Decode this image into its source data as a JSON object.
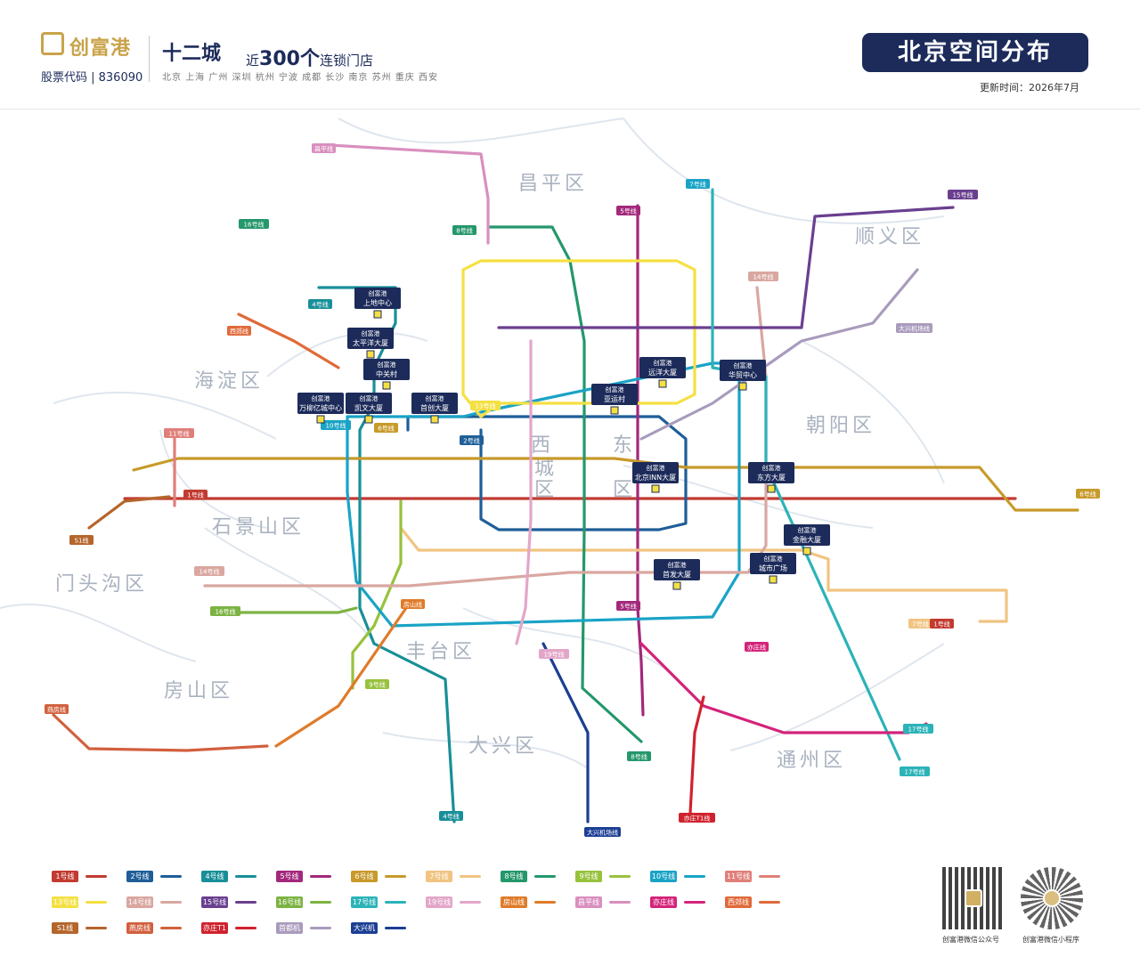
{
  "header": {
    "brand": "创富港",
    "stock_label": "股票代码 | 836090",
    "cities_title": "十二城",
    "stores_prefix": "近",
    "stores_number": "300个",
    "stores_suffix": "连锁门店",
    "city_list": "北京 上海 广州 深圳 杭州 宁波 成都 长沙 南京 苏州 重庆 西安",
    "title": "北京空间分布",
    "update": "更新时间：2026年7月"
  },
  "districts": [
    "昌平区",
    "顺义区",
    "海淀区",
    "朝阳区",
    "西",
    "城",
    "东",
    "区",
    "区",
    "石景山区",
    "门头沟区",
    "丰台区",
    "房山区",
    "大兴区",
    "通州区"
  ],
  "lines": [
    {
      "name": "1号线",
      "color": "#c23a30"
    },
    {
      "name": "2号线",
      "color": "#1f5e98"
    },
    {
      "name": "4号线",
      "color": "#188f98"
    },
    {
      "name": "5号线",
      "color": "#a3287c"
    },
    {
      "name": "6号线",
      "color": "#c79a2a"
    },
    {
      "name": "7号线",
      "color": "#f1c482"
    },
    {
      "name": "8号线",
      "color": "#24976b"
    },
    {
      "name": "9号线",
      "color": "#97c23d"
    },
    {
      "name": "10号线",
      "color": "#1aa3c6"
    },
    {
      "name": "11号线",
      "color": "#e07f7a"
    },
    {
      "name": "13号线",
      "color": "#f4e042"
    },
    {
      "name": "14号线",
      "color": "#d9a7a0"
    },
    {
      "name": "15号线",
      "color": "#6a3f8f"
    },
    {
      "name": "16号线",
      "color": "#7cb342"
    },
    {
      "name": "17号线",
      "color": "#2bb3b8"
    },
    {
      "name": "19号线",
      "color": "#e3a6c9"
    },
    {
      "name": "房山线",
      "color": "#e07b2a"
    },
    {
      "name": "昌平线",
      "color": "#d98fbf"
    },
    {
      "name": "亦庄线",
      "color": "#d4237a"
    },
    {
      "name": "西郊线",
      "color": "#e06a3a"
    },
    {
      "name": "S1线",
      "color": "#b5652b"
    },
    {
      "name": "燕房线",
      "color": "#d1603d"
    },
    {
      "name": "亦庄T1线",
      "color": "#d0222e"
    },
    {
      "name": "首都机场线",
      "color": "#a99bbd"
    },
    {
      "name": "大兴机场线",
      "color": "#1c3f94"
    }
  ],
  "stores": [
    {
      "brand": "创富港",
      "name": "上地中心"
    },
    {
      "brand": "创富港",
      "name": "太平洋大厦"
    },
    {
      "brand": "创富港",
      "name": "中关村"
    },
    {
      "brand": "创富港",
      "name": "万柳亿城中心"
    },
    {
      "brand": "创富港",
      "name": "凯文大厦"
    },
    {
      "brand": "创富港",
      "name": "首创大厦"
    },
    {
      "brand": "创富港",
      "name": "亚运村"
    },
    {
      "brand": "创富港",
      "name": "远洋大厦"
    },
    {
      "brand": "创富港",
      "name": "北京INN大厦"
    },
    {
      "brand": "创富港",
      "name": "华贸中心"
    },
    {
      "brand": "创富港",
      "name": "东方大厦"
    },
    {
      "brand": "创富港",
      "name": "金融大厦"
    },
    {
      "brand": "创富港",
      "name": "首发大厦"
    },
    {
      "brand": "创富港",
      "name": "城市广场"
    }
  ],
  "line_badges": [
    {
      "label": "昌平线",
      "color": "#d98fbf"
    },
    {
      "label": "16号线",
      "color": "#24976b"
    },
    {
      "label": "8号线",
      "color": "#24976b"
    },
    {
      "label": "7号线",
      "color": "#1aa3c6"
    },
    {
      "label": "5号线",
      "color": "#a3287c"
    },
    {
      "label": "15号线",
      "color": "#6a3f8f"
    },
    {
      "label": "14号线",
      "color": "#d9a7a0"
    },
    {
      "label": "4号线",
      "color": "#188f98"
    },
    {
      "label": "西郊线",
      "color": "#e06a3a"
    },
    {
      "label": "13号线",
      "color": "#f4e042"
    },
    {
      "label": "10号线",
      "color": "#1aa3c6"
    },
    {
      "label": "6号线",
      "color": "#c79a2a"
    },
    {
      "label": "2号线",
      "color": "#1f5e98"
    },
    {
      "label": "11号线",
      "color": "#e07f7a"
    },
    {
      "label": "S1线",
      "color": "#b5652b"
    },
    {
      "label": "1号线",
      "color": "#c23a30"
    },
    {
      "label": "14号线",
      "color": "#d9a7a0"
    },
    {
      "label": "16号线",
      "color": "#7cb342"
    },
    {
      "label": "房山线",
      "color": "#e07b2a"
    },
    {
      "label": "9号线",
      "color": "#97c23d"
    },
    {
      "label": "燕房线",
      "color": "#d1603d"
    },
    {
      "label": "4号线",
      "color": "#188f98"
    },
    {
      "label": "大兴机场线",
      "color": "#1c3f94"
    },
    {
      "label": "8号线",
      "color": "#24976b"
    },
    {
      "label": "亦庄T1线",
      "color": "#d0222e"
    },
    {
      "label": "亦庄线",
      "color": "#d4237a"
    },
    {
      "label": "17号线",
      "color": "#2bb3b8"
    },
    {
      "label": "19号线",
      "color": "#e3a6c9"
    },
    {
      "label": "5号线",
      "color": "#a3287c"
    },
    {
      "label": "7号线",
      "color": "#f1c482"
    },
    {
      "label": "1号线",
      "color": "#c23a30"
    },
    {
      "label": "6号线",
      "color": "#c79a2a"
    },
    {
      "label": "大兴机场线",
      "color": "#a99bbd"
    },
    {
      "label": "17号线",
      "color": "#2bb3b8"
    }
  ],
  "qr": {
    "caption1": "创富港微信公众号",
    "caption2": "创富港微信小程序"
  }
}
